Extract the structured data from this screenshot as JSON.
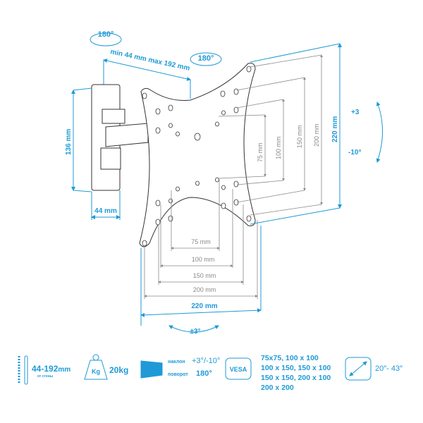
{
  "diagram": {
    "rotation_top_left": "180°",
    "rotation_top_center": "180°",
    "arm_extension": "min 44 mm max 192 mm",
    "wall_plate_height": "136 mm",
    "wall_plate_width": "44 mm",
    "tilt_up": "+3",
    "tilt_down": "-10°",
    "swivel": "±3°",
    "vertical_dims": [
      "75 mm",
      "100 mm",
      "150 mm",
      "200 mm",
      "220 mm"
    ],
    "horizontal_dims": [
      "75 mm",
      "100 mm",
      "150 mm",
      "200 mm",
      "220 mm"
    ]
  },
  "specs": {
    "distance": "44-192",
    "distance_unit": "mm",
    "distance_note": "от стены",
    "weight_icon_label": "Kg",
    "weight": "20kg",
    "tilt_label": "наклон",
    "tilt_value": "+3°/-10°",
    "swivel_label": "поворот",
    "swivel_value": "180°",
    "vesa_label": "VESA",
    "vesa_values": [
      "75x75, 100 x 100",
      "100 x 150, 150 x 100",
      "150 x 150, 200 x 100",
      "200 x 200"
    ],
    "screen_size": "20″- 43″"
  },
  "colors": {
    "accent": "#1f9ad6"
  }
}
